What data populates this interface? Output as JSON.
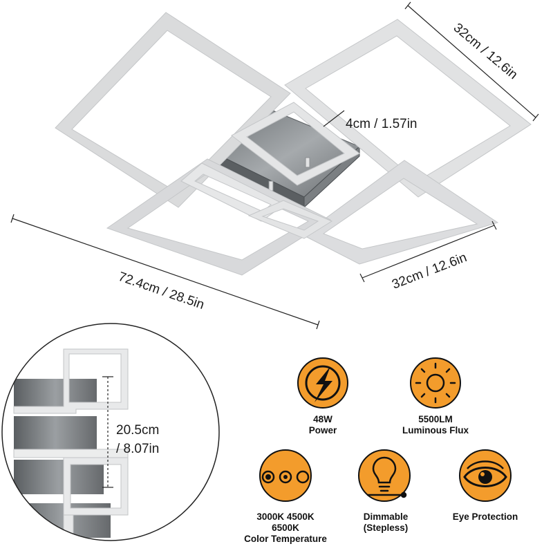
{
  "dimensions": {
    "top_right_length": "32cm / 12.6in",
    "bottom_right_length": "32cm / 12.6in",
    "depth": "4cm / 1.57in",
    "overall_length": "72.4cm / 28.5in",
    "detail_height_line1": "20.5cm",
    "detail_height_line2": "/ 8.07in"
  },
  "features": [
    {
      "icon": "lightning-bolt-icon",
      "value": "48W",
      "label": "Power"
    },
    {
      "icon": "sun-icon",
      "value": "5500LM",
      "label": "Luminous Flux"
    },
    {
      "icon": "color-temperature-dots-icon",
      "value": "3000K 4500K",
      "value2": "6500K",
      "label": "Color Temperature"
    },
    {
      "icon": "bulb-icon",
      "value": "Dimmable",
      "label": "(Stepless)"
    },
    {
      "icon": "eye-icon",
      "value": "",
      "label": "Eye Protection"
    }
  ],
  "colors": {
    "badge_orange": "#f39c2c",
    "frame_silver": "#d9dadb"
  }
}
